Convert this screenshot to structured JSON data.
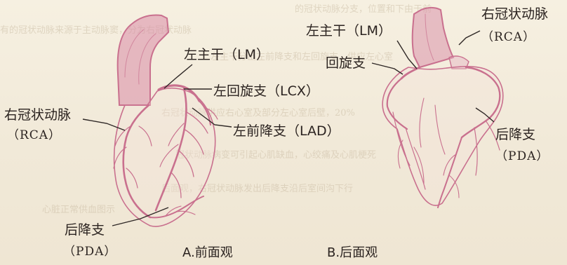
{
  "background_text": [
    "的冠状动脉分支，位置和下由于前",
    "有的冠状动脉来源于主动脉窦，分为右冠状动脉",
    "左主干分出左前降支和左回旋支，供应左心室",
    "右冠状动脉供应右心室及部分左心室后壁，20%",
    "冠状动脉病变可引起心肌缺血，心绞痛及心肌梗死",
    "后面观，右冠状动脉发出后降支沿后室间沟下行",
    "心脏正常供血图示"
  ],
  "figure_a": {
    "caption": "A.前面观",
    "labels": {
      "lm": "左主干（LM）",
      "lcx": "左回旋支（LCX）",
      "rca_name": "右冠状动脉",
      "rca_abbr": "（RCA）",
      "lad": "左前降支（LAD）",
      "pda_name": "后降支",
      "pda_abbr": "（PDA）"
    }
  },
  "figure_b": {
    "caption": "B.后面观",
    "labels": {
      "lm": "左主干（LM）",
      "lcx": "回旋支",
      "rca_name": "右冠状动脉",
      "rca_abbr": "（RCA）",
      "pda_name": "后降支",
      "pda_abbr": "（PDA）"
    }
  },
  "colors": {
    "vessel": "#c9708e",
    "ink": "#2b2320",
    "paper": "#f3ecdc"
  }
}
